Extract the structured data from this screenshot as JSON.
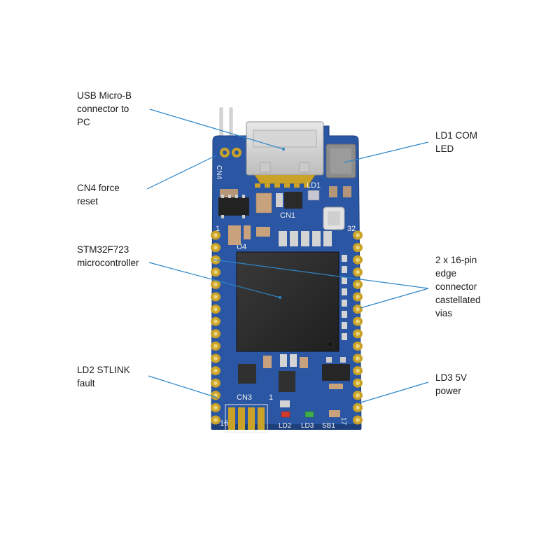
{
  "callouts": {
    "usb": "USB Micro-B\nconnector to\nPC",
    "cn4": "CN4 force\nreset",
    "mcu": "STM32F723\nmicrocontroller",
    "ld2": "LD2 STLINK\nfault",
    "ld1": "LD1 COM\nLED",
    "edge": "2 x 16-pin\nedge\nconnector\ncastellated\nvias",
    "ld3": "LD3 5V\npower"
  },
  "silkscreen": {
    "cn4": "CN4",
    "ld1": "LD1",
    "cn1": "CN1",
    "u4": "U4",
    "pin1_top": "1",
    "pin32": "32",
    "cn3": "CN3",
    "cn3_pin1": "1",
    "pin16": "16",
    "ld2": "LD2",
    "ld3": "LD3",
    "sb1": "SB1",
    "pin17": "17"
  },
  "colors": {
    "pcb": "#2a56a3",
    "pad": "#c9a227",
    "chip": "#2b2b2b",
    "leader": "#2e86c8",
    "led_red": "#d23a2a",
    "led_green": "#3fae49"
  }
}
